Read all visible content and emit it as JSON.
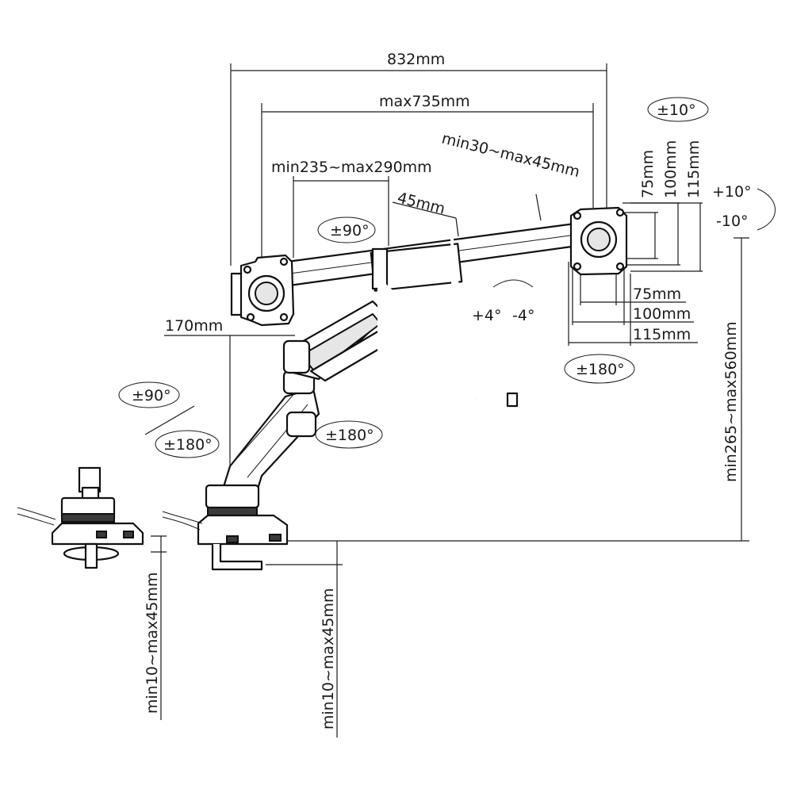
{
  "labels": {
    "overall_width": "832mm",
    "max_span": "max735mm",
    "arm_reach": "min235~max290mm",
    "offset_45": "45mm",
    "bar_adjust": "min30~max45mm",
    "depth_170": "170mm",
    "vesa_h_75": "75mm",
    "vesa_h_100": "100mm",
    "vesa_h_115": "115mm",
    "vesa_v_75": "75mm",
    "vesa_v_100": "100mm",
    "vesa_v_115": "115mm",
    "height_range": "min265~max560mm",
    "clamp_left": "min10~max45mm",
    "clamp_right": "min10~max45mm"
  },
  "angles": {
    "tilt_pm10": "±10°",
    "tilt_plus10": "+10°",
    "tilt_minus10": "-10°",
    "rotate_pm90_top": "±90°",
    "pan_plus4": "+4°",
    "pan_minus4": "-4°",
    "swivel_pm180_right": "±180°",
    "rotate_pm90_left": "±90°",
    "swivel_pm180_left": "±180°",
    "swivel_pm180_mid": "±180°"
  }
}
